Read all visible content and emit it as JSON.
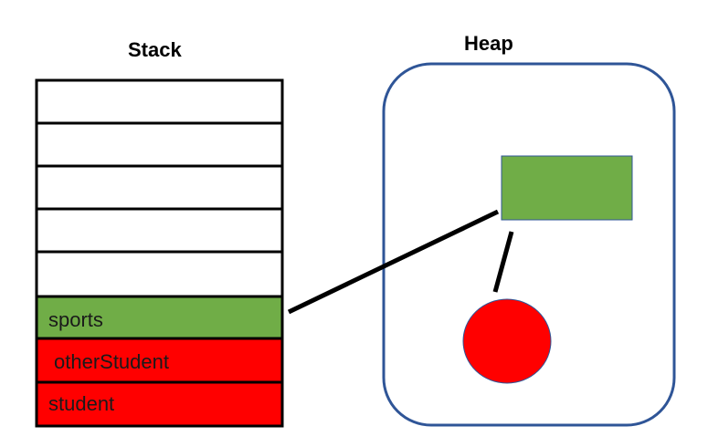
{
  "stack": {
    "title": "Stack",
    "slots": [
      {
        "label": "",
        "fill": "#ffffff"
      },
      {
        "label": "",
        "fill": "#ffffff"
      },
      {
        "label": "",
        "fill": "#ffffff"
      },
      {
        "label": "",
        "fill": "#ffffff"
      },
      {
        "label": "",
        "fill": "#ffffff"
      },
      {
        "label": "sports",
        "fill": "#70ad47"
      },
      {
        "label": "otherStudent",
        "fill": "#ff0000"
      },
      {
        "label": "student",
        "fill": "#ff0000"
      }
    ]
  },
  "heap": {
    "title": "Heap",
    "border_color": "#2f5597",
    "objects": [
      {
        "shape": "rectangle",
        "fill": "#70ad47"
      },
      {
        "shape": "circle",
        "fill": "#ff0000"
      }
    ]
  },
  "colors": {
    "green": "#70ad47",
    "red": "#ff0000",
    "heap_border": "#2f5597",
    "line": "#000000"
  }
}
